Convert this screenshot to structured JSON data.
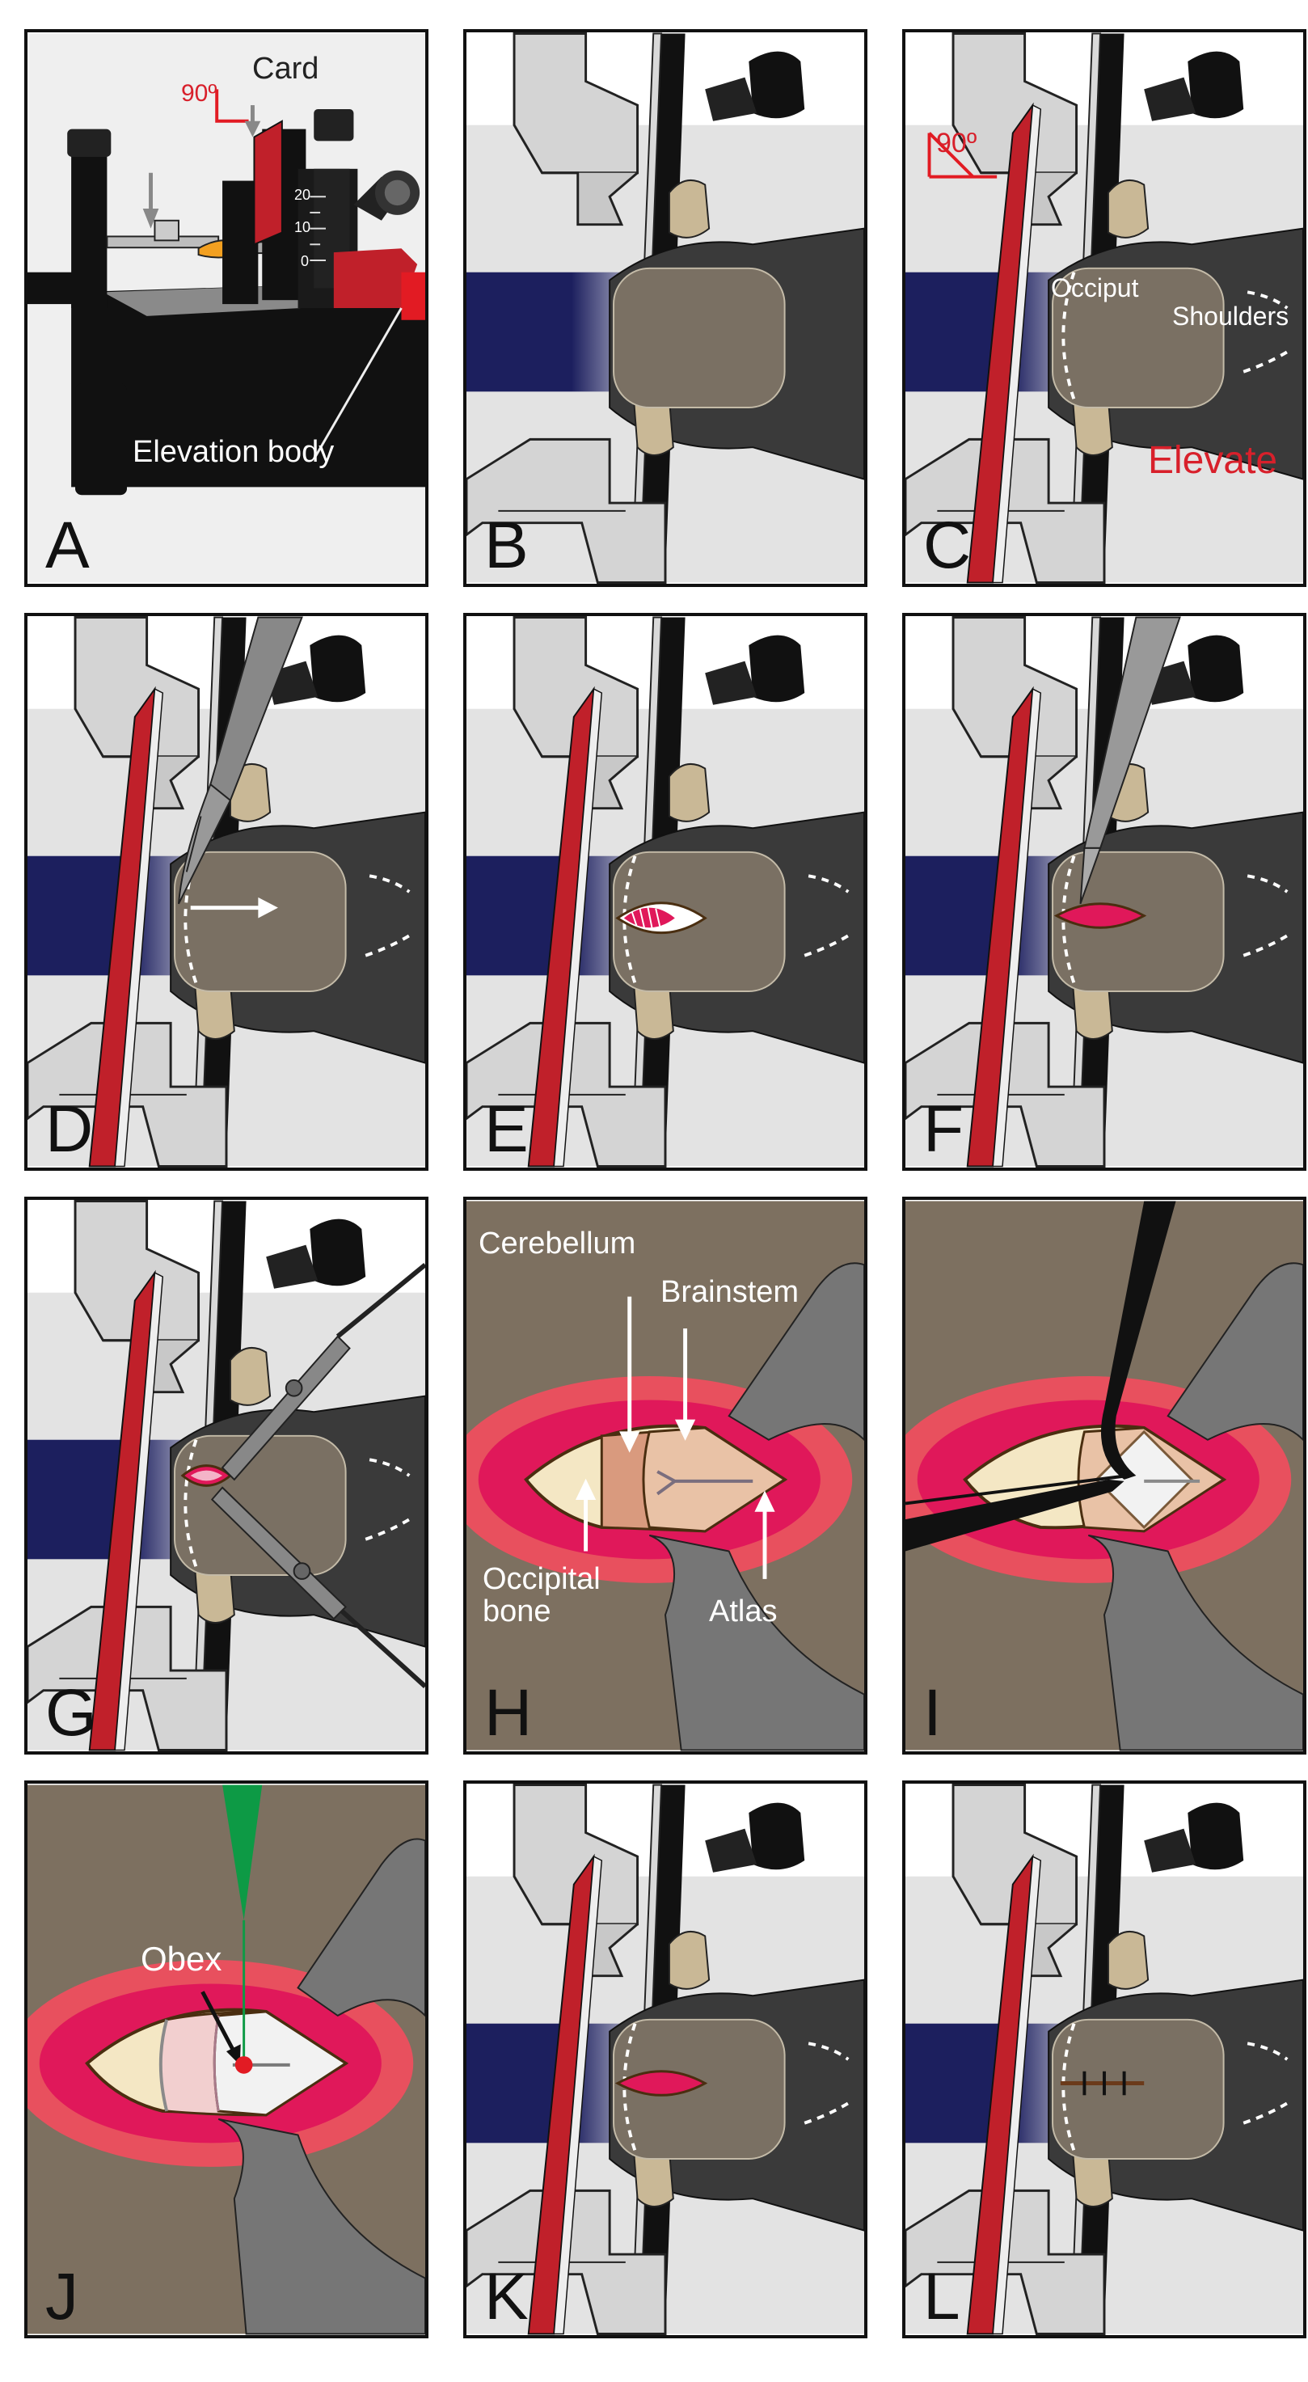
{
  "panels": {
    "a": {
      "letter": "A",
      "card": "Card",
      "angle": "90º",
      "elevation_body": "Elevation body",
      "scale_20": "20",
      "scale_10": "10",
      "scale_0": "0"
    },
    "b": {
      "letter": "B"
    },
    "c": {
      "letter": "C",
      "angle": "90º",
      "occiput": "Occiput",
      "shoulders": "Shoulders",
      "elevate": "Elevate"
    },
    "d": {
      "letter": "D"
    },
    "e": {
      "letter": "E"
    },
    "f": {
      "letter": "F"
    },
    "g": {
      "letter": "G"
    },
    "h": {
      "letter": "H",
      "cerebellum": "Cerebellum",
      "brainstem": "Brainstem",
      "occipital_bone": "Occipital\nbone",
      "atlas": "Atlas"
    },
    "i": {
      "letter": "I"
    },
    "j": {
      "letter": "J",
      "obex": "Obex"
    },
    "k": {
      "letter": "K"
    },
    "l": {
      "letter": "L"
    }
  },
  "colors": {
    "card_red": "#c0202a",
    "tissue_pink": "#e0185a",
    "tissue_light": "#e8505e",
    "skin_tan": "#7d7060",
    "mouse_dark": "#3a3a3a",
    "head_patch": "#7a7063",
    "navy": "#1c1f5e",
    "ear_bar_tan": "#c9b896",
    "bg_light": "#e3e3e3",
    "pipette_green": "#0d9a45",
    "obex_red": "#e21b23"
  }
}
